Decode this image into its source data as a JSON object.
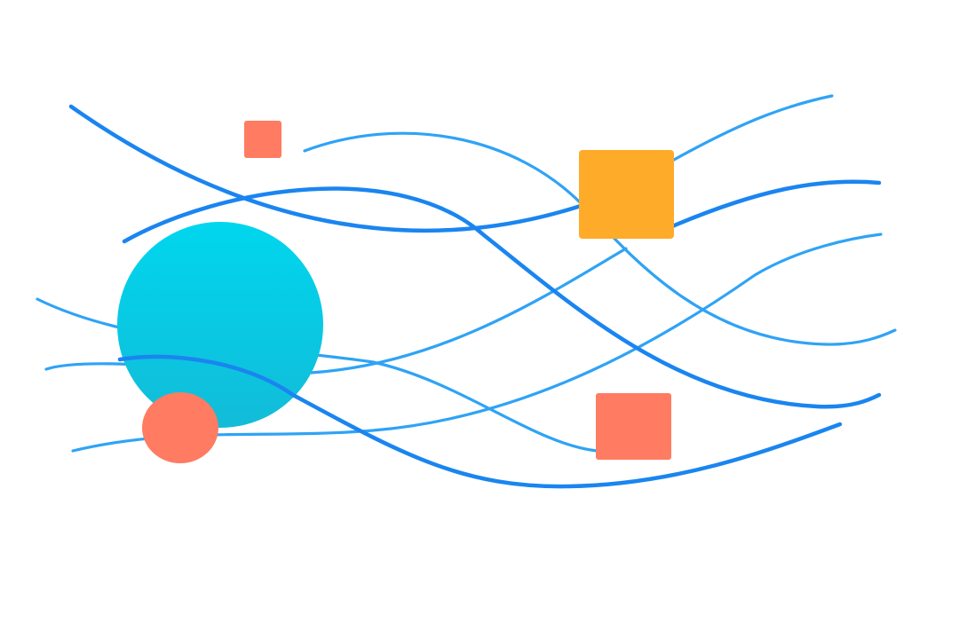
{
  "colors": {
    "background": "#ffffff",
    "line_light": "#2fa3f5",
    "line_dark": "#1a85f0",
    "circle_cyan_top": "#00d6ee",
    "circle_cyan_bottom": "#12bcd8",
    "coral": "#ff7b62",
    "orange": "#ffab2a"
  },
  "shapes": [
    "wavy-lines",
    "cyan-circle",
    "coral-circle",
    "coral-square-small",
    "orange-square",
    "coral-square-large"
  ]
}
